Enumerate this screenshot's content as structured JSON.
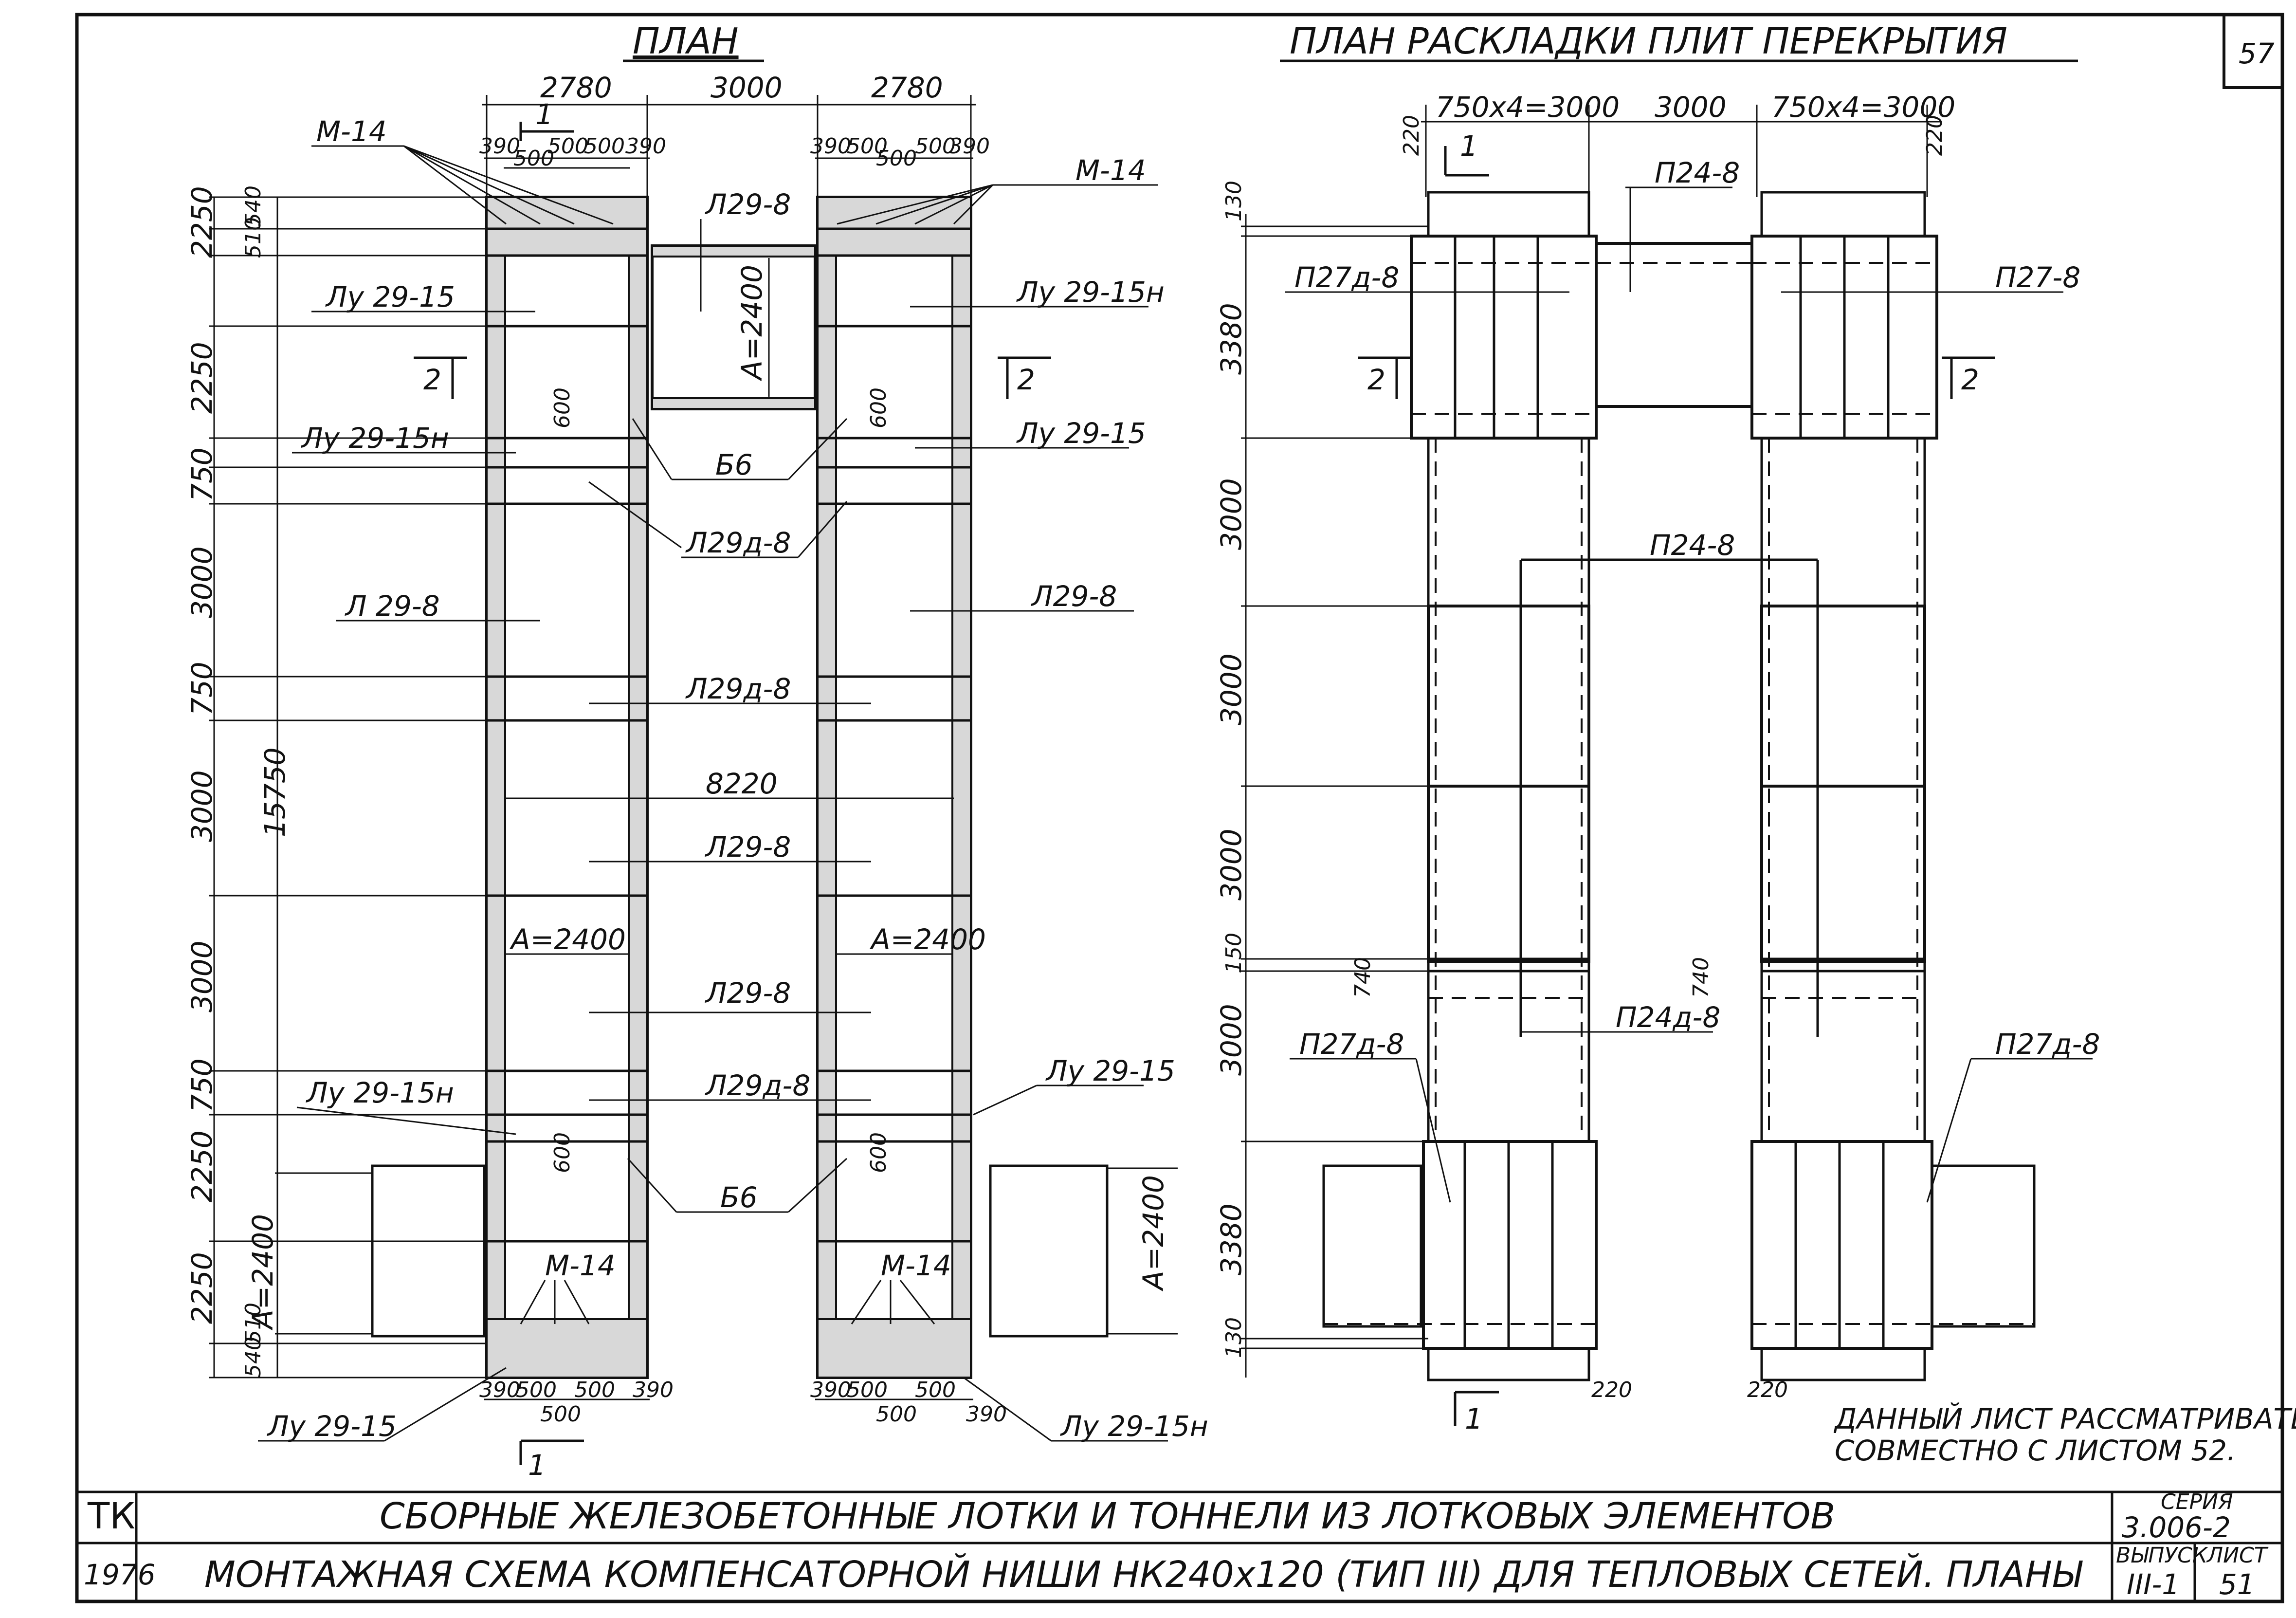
{
  "page_number": "57",
  "plan": {
    "title": "ПЛАН",
    "top_dims": [
      "2780",
      "3000",
      "2780"
    ],
    "left_top_sub": [
      "390",
      "500",
      "500",
      "500",
      "390"
    ],
    "right_top_sub": [
      "390",
      "500",
      "500",
      "500",
      "390"
    ],
    "left_bottom_sub": [
      "390",
      "500",
      "500",
      "500",
      "390"
    ],
    "right_bottom_sub": [
      "390",
      "500",
      "500",
      "500",
      "390"
    ],
    "vertical_dims": [
      "2250",
      "2250",
      "750",
      "3000",
      "750",
      "3000",
      "3000",
      "750",
      "2250",
      "2250"
    ],
    "small_dims": [
      "540",
      "510",
      "510",
      "540"
    ],
    "total": "15750",
    "width_dim": "8220",
    "a_dim": "А=2400",
    "dim_600": "600",
    "labels": {
      "m14": "М-14",
      "lu15": "Лу 29-15",
      "lu15h": "Лу 29-15н",
      "lu15_r": "Лу 29-15",
      "lu15h_r": "Лу 29-15н",
      "l29_8": "Л29-8",
      "l29_8s": "Л 29-8",
      "l29d_8": "Л29д-8",
      "b6": "Б6"
    },
    "sections": {
      "s1": "1",
      "s2": "2"
    }
  },
  "slab_plan": {
    "title": "ПЛАН РАСКЛАДКИ ПЛИТ ПЕРЕКРЫТИЯ",
    "top_dims": [
      "750х4=3000",
      "3000",
      "750х4=3000"
    ],
    "dim_220": "220",
    "vertical_dims": [
      "130",
      "3380",
      "3000",
      "3000",
      "3000",
      "150",
      "3000",
      "3380",
      "130"
    ],
    "dim_740": "740",
    "labels": {
      "p24_8": "П24-8",
      "p27d_8": "П27д-8",
      "p27_8": "П27-8",
      "p24d_8": "П24д-8"
    },
    "note": [
      "ДАННЫЙ ЛИСТ РАССМАТРИВАТЬ",
      "СОВМЕСТНО С ЛИСТОМ 52."
    ]
  },
  "title_block": {
    "code": "ТК",
    "year": "1976",
    "line1": "СБОРНЫЕ ЖЕЛЕЗОБЕТОННЫЕ ЛОТКИ И ТОННЕЛИ ИЗ ЛОТКОВЫХ ЭЛЕМЕНТОВ",
    "line2": "МОНТАЖНАЯ СХЕМА КОМПЕНСАТОРНОЙ НИШИ НК240х120 (ТИП III) ДЛЯ ТЕПЛОВЫХ СЕТЕЙ. ПЛАНЫ",
    "series_label": "СЕРИЯ",
    "series_value": "3.006-2",
    "issue_label": "ВЫПУСК",
    "issue_value": "III-1",
    "sheet_label": "ЛИСТ",
    "sheet_value": "51"
  }
}
